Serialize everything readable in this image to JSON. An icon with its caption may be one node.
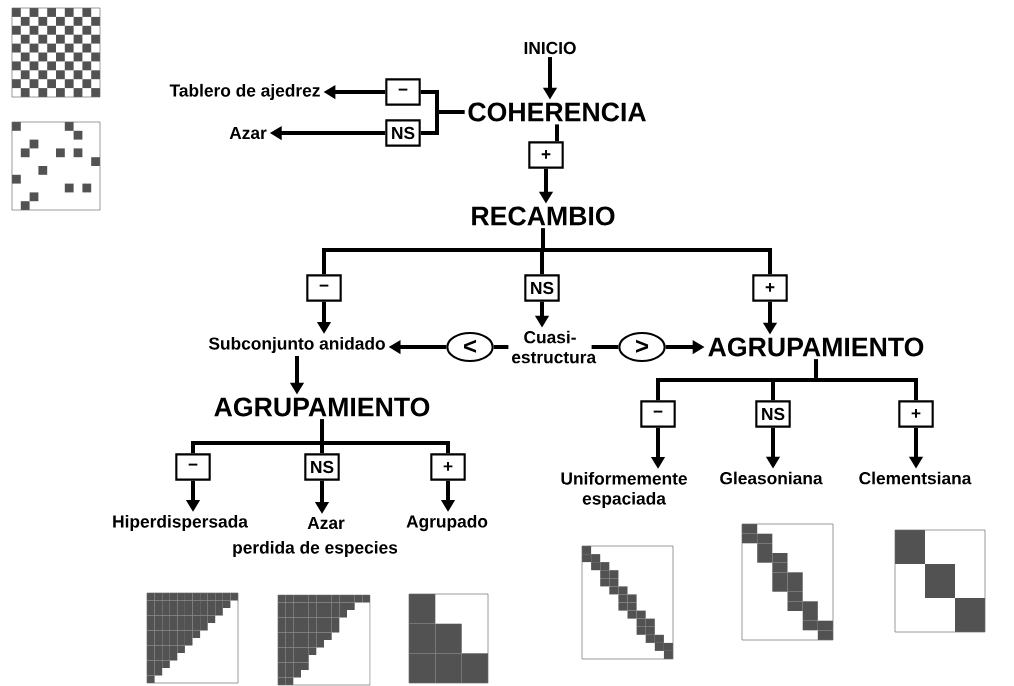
{
  "diagram": {
    "nodes": [
      {
        "text": [
          "INICIO"
        ]
      },
      {
        "text": [
          "COHERENCIA"
        ]
      },
      {
        "text": [
          "−"
        ]
      },
      {
        "text": [
          "NS"
        ]
      },
      {
        "text": [
          "Tablero de ajedrez"
        ]
      },
      {
        "text": [
          "Azar"
        ]
      },
      {
        "text": [
          "+"
        ]
      },
      {
        "text": [
          "RECAMBIO"
        ]
      },
      {
        "text": [
          "−"
        ]
      },
      {
        "text": [
          "NS"
        ]
      },
      {
        "text": [
          "+"
        ]
      },
      {
        "text": [
          "Subconjunto anidado"
        ]
      },
      {
        "text": [
          "<"
        ]
      },
      {
        "text": [
          "Cuasi- estructura"
        ]
      },
      {
        "text": [
          ">"
        ]
      },
      {
        "text": [
          "AGRUPAMIENTO"
        ]
      },
      {
        "text": [
          "AGRUPAMIENTO"
        ]
      },
      {
        "text": [
          "−"
        ]
      },
      {
        "text": [
          "NS"
        ]
      },
      {
        "text": [
          "+"
        ]
      },
      {
        "text": [
          "Hiperdispersada"
        ]
      },
      {
        "text": [
          "Azar"
        ]
      },
      {
        "text": [
          "Agrupado"
        ]
      },
      {
        "text": [
          "−"
        ]
      },
      {
        "text": [
          "NS"
        ]
      },
      {
        "text": [
          "+"
        ]
      },
      {
        "text": [
          "Uniformemente espaciada"
        ]
      },
      {
        "text": [
          "Gleasoniana"
        ]
      },
      {
        "text": [
          "Clementsiana"
        ]
      }
    ],
    "edges": [
      {
        "from": 0,
        "to": 1,
        "arrow": "to"
      },
      {
        "from": 1,
        "to": 2,
        "arrow": "none"
      },
      {
        "from": 2,
        "to": 4,
        "arrow": "to"
      },
      {
        "from": 1,
        "to": 3,
        "arrow": "none"
      },
      {
        "from": 3,
        "to": 5,
        "arrow": "to"
      },
      {
        "from": 1,
        "to": 6,
        "arrow": "none"
      },
      {
        "from": 6,
        "to": 7,
        "arrow": "to"
      },
      {
        "from": 7,
        "to": 8,
        "arrow": "none"
      },
      {
        "from": 7,
        "to": 9,
        "arrow": "none"
      },
      {
        "from": 7,
        "to": 10,
        "arrow": "none"
      },
      {
        "from": 8,
        "to": 11,
        "arrow": "to"
      },
      {
        "from": 9,
        "to": 13,
        "arrow": "to"
      },
      {
        "from": 10,
        "to": 15,
        "arrow": "to"
      },
      {
        "from": 13,
        "to": 12,
        "arrow": "none"
      },
      {
        "from": 12,
        "to": 11,
        "arrow": "to"
      },
      {
        "from": 13,
        "to": 14,
        "arrow": "none"
      },
      {
        "from": 14,
        "to": 15,
        "arrow": "to"
      },
      {
        "from": 11,
        "to": 16,
        "arrow": "to"
      },
      {
        "from": 16,
        "to": 17,
        "arrow": "none"
      },
      {
        "from": 16,
        "to": 18,
        "arrow": "none"
      },
      {
        "from": 16,
        "to": 19,
        "arrow": "none"
      },
      {
        "from": 17,
        "to": 20,
        "arrow": "to"
      },
      {
        "from": 18,
        "to": 21,
        "arrow": "to"
      },
      {
        "from": 19,
        "to": 22,
        "arrow": "to"
      },
      {
        "from": 15,
        "to": 23,
        "arrow": "none"
      },
      {
        "from": 15,
        "to": 24,
        "arrow": "none"
      },
      {
        "from": 15,
        "to": 25,
        "arrow": "none"
      },
      {
        "from": 23,
        "to": 26,
        "arrow": "to"
      },
      {
        "from": 24,
        "to": 27,
        "arrow": "to"
      },
      {
        "from": 25,
        "to": 28,
        "arrow": "to"
      }
    ],
    "labels": [
      "perdida de especies"
    ]
  }
}
